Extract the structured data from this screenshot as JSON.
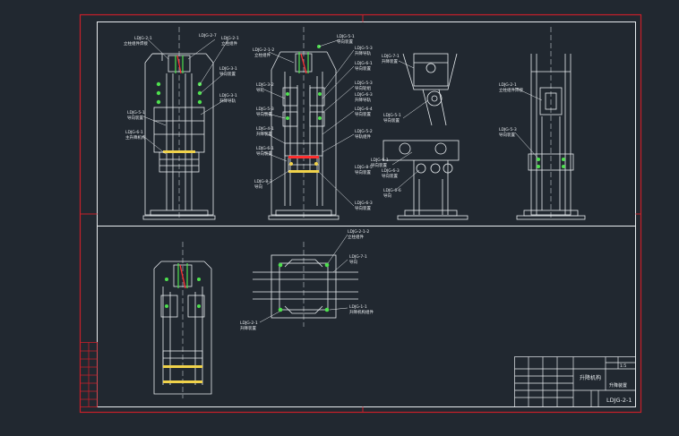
{
  "colors": {
    "background": "#212830",
    "frame": "#c8202a",
    "line": "#e8ecef",
    "accent_green": "#4ee04e",
    "accent_red": "#ff3030",
    "accent_yellow": "#f0d24a"
  },
  "labels": {
    "front_view": {
      "l1": "LDJG-2-1",
      "l1b": "立柱组件焊接",
      "l2": "LDJG-2-7",
      "l3": "LDJG-2-1",
      "l3b": "立柱组件",
      "l4": "LDJG-3-1",
      "l4b": "导向装置",
      "l5": "LDJG-3-1",
      "l5b": "升降导轨",
      "l6": "LDJG-5-1",
      "l6b": "导向装置",
      "l7": "LDJG-6-1",
      "l7b": "主升降机构"
    },
    "section_view": {
      "s1": "LDJG-2-1-2",
      "s1b": "立柱组件",
      "s2": "LDJG-5-1",
      "s2b": "导向装置",
      "s3": "LDJG-5-3",
      "s3b": "升降导轨",
      "s4": "LDJG-6-1",
      "s4b": "导向装置",
      "s5": "LDJG-5-3",
      "s5b": "导向轮组",
      "s6": "LDJG-6-3",
      "s6b": "升降导轨",
      "s7": "LDJG-6-4",
      "s7b": "导向装置",
      "s8": "LDJG-5-2",
      "s8b": "导轨组件",
      "s9": "LDJG-3-2",
      "s9b": "导轮",
      "s10": "LDJG-5-3",
      "s10b": "导向装置",
      "s11": "LDJG-4-1",
      "s11b": "升降装置",
      "s12": "LDJG-6-1",
      "s12b": "导向装置",
      "s13": "LDJG-8-3",
      "s13b": "导向",
      "s14": "LDJG-6-3",
      "s14b": "导向装置",
      "s15": "LDJG-8-5",
      "s15b": "导向装置"
    },
    "side_view": {
      "a1": "LDJG-7-1",
      "a1b": "升降装置",
      "a2": "LDJG-5-1",
      "a2b": "导向装置",
      "a3": "LDJG-6-1",
      "a3b": "导向装置",
      "a4": "LDJG-6-3",
      "a4b": "导向装置",
      "a5": "LDJG-6-6",
      "a5b": "导向"
    },
    "right_view": {
      "r1": "LDJG-2-1",
      "r1b": "立柱组件焊接",
      "r2": "LDJG-5-3",
      "r2b": "导向装置"
    },
    "top_view": {
      "t1": "LDJG-2-1-2",
      "t1b": "立柱组件",
      "t2": "LDJG-7-1",
      "t2b": "导向",
      "t3": "LDJG-1-1",
      "t3b": "升降机构组件",
      "t4": "LDJG-2-1",
      "t4b": "升降装置"
    }
  },
  "title_block": {
    "drawing_name": "升降机构",
    "assembly": "升降装置",
    "drawing_number": "LDJG-2-1",
    "scale": "1:5"
  }
}
